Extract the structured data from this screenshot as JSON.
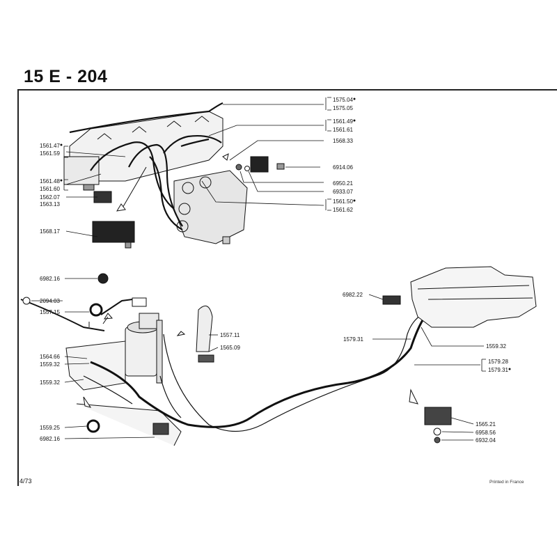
{
  "header": {
    "title": "15 E - 204"
  },
  "footer": {
    "page": "4/73",
    "printed": "Printed in France"
  },
  "top_view": {
    "labels": {
      "p1575_04": "1575.04",
      "p1575_05": "1575.05",
      "p1561_49": "1561.49",
      "p1561_61": "1561.61",
      "p1568_33": "1568.33",
      "p6914_06": "6914.06",
      "p6950_21": "6950.21",
      "p6933_07": "6933.07",
      "p1561_50": "1561.50",
      "p1561_62": "1561.62",
      "p1561_47": "1561.47",
      "p1561_59": "1561.59",
      "p1561_48": "1561.48",
      "p1561_60": "1561.60",
      "p1562_07": "1562.07",
      "p1563_13": "1563.13",
      "p1568_17": "1568.17"
    }
  },
  "bottom_view": {
    "labels": {
      "p6982_16_top": "6982.16",
      "p2094_03": "2094.03",
      "p1557_15": "1557.15",
      "p1564_66": "1564.66",
      "p1559_32_a": "1559.32",
      "p1559_32_b": "1559.32",
      "p1559_25": "1559.25",
      "p6982_16_bottom": "6982.16",
      "p1557_11": "1557.11",
      "p1565_09": "1565.09",
      "p6982_22": "6982.22",
      "p1579_31_a": "1579.31",
      "p1559_32_c": "1559.32",
      "p1579_28": "1579.28",
      "p1579_31_b": "1579.31",
      "p1565_21": "1565.21",
      "p6958_56": "6958.56",
      "p6932_04": "6932.04"
    }
  },
  "marker": "●"
}
